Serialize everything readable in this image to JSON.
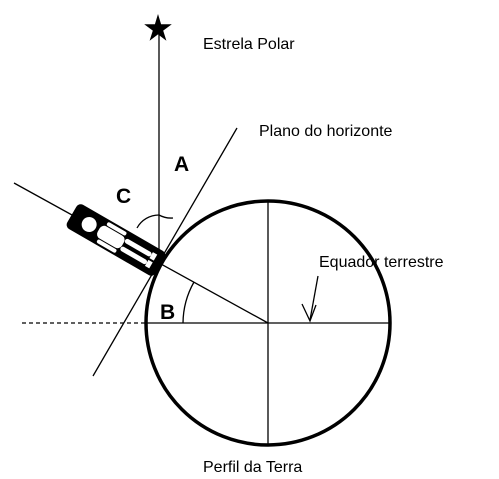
{
  "labels": {
    "polar_star": "Estrela Polar",
    "horizon_plane": "Plano do horizonte",
    "equator": "Equador terrestre",
    "earth_profile": "Perfil da Terra"
  },
  "angles": {
    "a": "A",
    "b": "B",
    "c": "C"
  },
  "icons": {
    "star": "star-icon",
    "person": "person-icon"
  },
  "colors": {
    "ink": "#000000",
    "background": "#ffffff"
  }
}
